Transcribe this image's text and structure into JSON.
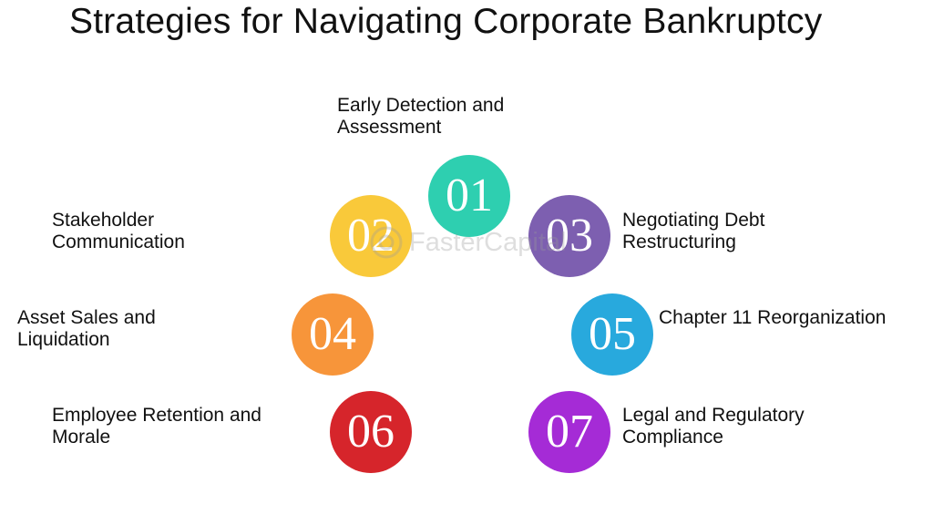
{
  "title": "Strategies for Navigating Corporate Bankruptcy",
  "watermark": "FasterCapital",
  "steps": [
    {
      "number": "01",
      "label": "Early Detection and\nAssessment",
      "color": "#2ecfb0"
    },
    {
      "number": "02",
      "label": "Stakeholder\nCommunication",
      "color": "#f9c93a"
    },
    {
      "number": "03",
      "label": "Negotiating Debt\nRestructuring",
      "color": "#7d5fb0"
    },
    {
      "number": "04",
      "label": "Asset Sales and\nLiquidation",
      "color": "#f7953a"
    },
    {
      "number": "05",
      "label": "Chapter 11 Reorganization",
      "color": "#28a9dd"
    },
    {
      "number": "06",
      "label": "Employee Retention and\nMorale",
      "color": "#d6252b"
    },
    {
      "number": "07",
      "label": "Legal and Regulatory\nCompliance",
      "color": "#a52bd6"
    }
  ]
}
